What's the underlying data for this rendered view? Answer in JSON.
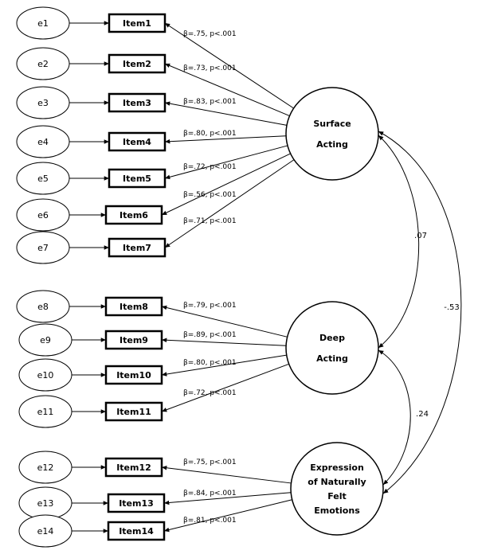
{
  "factors": [
    {
      "id": "surface",
      "lines": [
        "Surface",
        "Acting"
      ]
    },
    {
      "id": "deep",
      "lines": [
        "Deep",
        "Acting"
      ]
    },
    {
      "id": "expression",
      "lines": [
        "Expression",
        "of Naturally",
        "Felt",
        "Emotions"
      ]
    }
  ],
  "errors": [
    "e1",
    "e2",
    "e3",
    "e4",
    "e5",
    "e6",
    "e7",
    "e8",
    "e9",
    "e10",
    "e11",
    "e12",
    "e13",
    "e14"
  ],
  "items": [
    {
      "label": "Item1",
      "factor": "surface",
      "loading": "β=.75, p<.001"
    },
    {
      "label": "Item2",
      "factor": "surface",
      "loading": "β=.73, p<.001"
    },
    {
      "label": "Item3",
      "factor": "surface",
      "loading": "β=.83, p<.001"
    },
    {
      "label": "Item4",
      "factor": "surface",
      "loading": "β=.80, p<.001"
    },
    {
      "label": "Item5",
      "factor": "surface",
      "loading": "β=.72, p<.001"
    },
    {
      "label": "Item6",
      "factor": "surface",
      "loading": "β=.56, p<.001"
    },
    {
      "label": "Item7",
      "factor": "surface",
      "loading": "β=.71, p<.001"
    },
    {
      "label": "Item8",
      "factor": "deep",
      "loading": "β=.79, p<.001"
    },
    {
      "label": "Item9",
      "factor": "deep",
      "loading": "β=.89, p<.001"
    },
    {
      "label": "Item10",
      "factor": "deep",
      "loading": "β=.80, p<.001"
    },
    {
      "label": "Item11",
      "factor": "deep",
      "loading": "β=.72, p<.001"
    },
    {
      "label": "Item12",
      "factor": "expression",
      "loading": "β=.75, p<.001"
    },
    {
      "label": "Item13",
      "factor": "expression",
      "loading": "β=.84, p<.001"
    },
    {
      "label": "Item14",
      "factor": "expression",
      "loading": "β=.81, p<.001"
    }
  ],
  "correlations": [
    {
      "from": "surface",
      "to": "deep",
      "value": ".07"
    },
    {
      "from": "deep",
      "to": "expression",
      "value": ".24"
    },
    {
      "from": "surface",
      "to": "expression",
      "value": "-.53"
    }
  ]
}
